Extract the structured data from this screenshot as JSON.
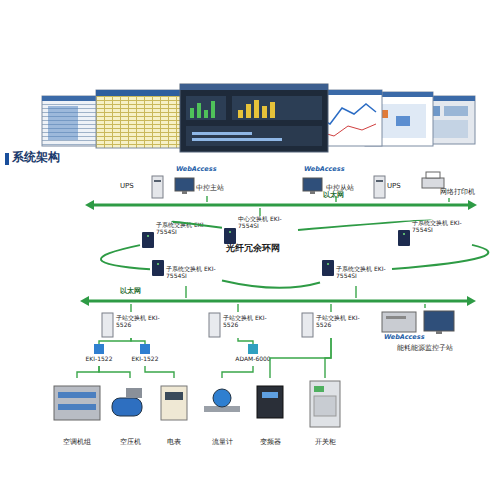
{
  "diagram": {
    "title": "系统架构",
    "nodes": [
      {
        "text": [
          "UPS"
        ]
      },
      {
        "text": [
          "中控主站"
        ]
      },
      {
        "text": [
          "中控从站"
        ]
      },
      {
        "text": [
          "UPS"
        ]
      },
      {
        "text": [
          "网络打印机"
        ]
      },
      {
        "text": [
          "以太网"
        ]
      },
      {
        "text": [
          "子系统交换机 EKI-7554SI"
        ]
      },
      {
        "text": [
          "中心交换机 EKI-7554SI"
        ]
      },
      {
        "text": [
          "子系统交换机 EKI-7554SI"
        ]
      },
      {
        "text": [
          "子系统交换机 EKI-7554SI"
        ]
      },
      {
        "text": [
          "子系统交换机 EKI-7554SI"
        ]
      },
      {
        "text": [
          "以太网"
        ]
      },
      {
        "text": [
          "子站交换机 EKI-5526"
        ]
      },
      {
        "text": [
          "子站交换机 EKI-5526"
        ]
      },
      {
        "text": [
          "子站交换机 EKI-5526"
        ]
      },
      {
        "text": [
          "能耗能源监控子站"
        ]
      },
      {
        "text": [
          "EKI-1522"
        ]
      },
      {
        "text": [
          "EKI-1522"
        ]
      },
      {
        "text": [
          "ADAM-6000"
        ]
      },
      {
        "text": [
          "空调机组"
        ]
      },
      {
        "text": [
          "空压机"
        ]
      },
      {
        "text": [
          "电表"
        ]
      },
      {
        "text": [
          "流量计"
        ]
      },
      {
        "text": [
          "变频器"
        ]
      },
      {
        "text": [
          "开关柜"
        ]
      }
    ],
    "edges": [
      {
        "from": 1,
        "to": 5,
        "arrow": "none"
      },
      {
        "from": 2,
        "to": 5,
        "arrow": "none"
      },
      {
        "from": 4,
        "to": 5,
        "arrow": "none"
      },
      {
        "from": 7,
        "to": 5,
        "arrow": "none"
      },
      {
        "from": 6,
        "to": 7,
        "arrow": "none"
      },
      {
        "from": 7,
        "to": 8,
        "arrow": "none"
      },
      {
        "from": 8,
        "to": 10,
        "arrow": "none"
      },
      {
        "from": 10,
        "to": 9,
        "arrow": "none"
      },
      {
        "from": 9,
        "to": 6,
        "arrow": "none"
      },
      {
        "from": 9,
        "to": 11,
        "arrow": "none"
      },
      {
        "from": 10,
        "to": 11,
        "arrow": "none"
      },
      {
        "from": 12,
        "to": 11,
        "arrow": "none"
      },
      {
        "from": 13,
        "to": 11,
        "arrow": "none"
      },
      {
        "from": 14,
        "to": 11,
        "arrow": "none"
      },
      {
        "from": 15,
        "to": 11,
        "arrow": "none"
      },
      {
        "from": 12,
        "to": 16,
        "arrow": "none"
      },
      {
        "from": 12,
        "to": 17,
        "arrow": "none"
      },
      {
        "from": 13,
        "to": 18,
        "arrow": "none"
      },
      {
        "from": 16,
        "to": 19,
        "arrow": "none"
      },
      {
        "from": 16,
        "to": 20,
        "arrow": "none"
      },
      {
        "from": 17,
        "to": 21,
        "arrow": "none"
      },
      {
        "from": 18,
        "to": 22,
        "arrow": "none"
      },
      {
        "from": 14,
        "to": 23,
        "arrow": "none"
      },
      {
        "from": 14,
        "to": 24,
        "arrow": "none"
      }
    ],
    "labels": [
      "光纤冗余环网",
      "WebAccess",
      "WebAccess",
      "WebAccess"
    ]
  }
}
